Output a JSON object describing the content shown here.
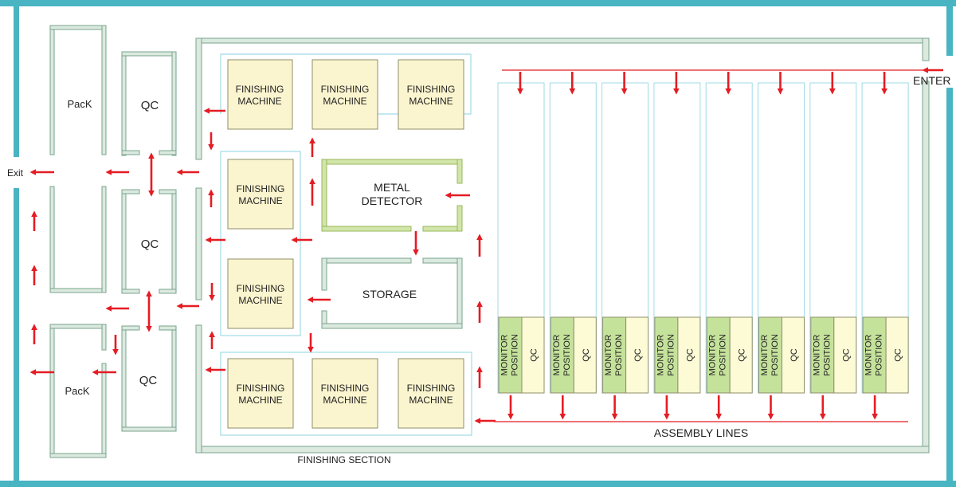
{
  "labels": {
    "enter": "ENTER",
    "exit": "Exit",
    "pack": "PacK",
    "qc": "QC",
    "finishing_machine_line1": "FINISHING",
    "finishing_machine_line2": "MACHINE",
    "metal_detector_line1": "METAL",
    "metal_detector_line2": "DETECTOR",
    "storage": "STORAGE",
    "assembly_lines": "ASSEMBLY LINES",
    "finishing_section": "FINISHING SECTION",
    "monitor_line1": "MONITOR",
    "monitor_line2": "POSITION",
    "line_qc": "QC"
  },
  "colors": {
    "outer_wall": "#49b4c2",
    "wall_fill": "#dbe9df",
    "wall_stroke": "#7aa48c",
    "machine_fill": "#fbf5cf",
    "machine_stroke": "#8f8f6a",
    "zone_stroke": "#9fdbe6",
    "detector_wall": "#d2e5a9",
    "detector_stroke": "#9ab85c",
    "monitor_fill": "#c5e29b",
    "qc_cell_fill": "#fcfbd6",
    "arrow": "#e51c23"
  },
  "assembly_line_count": 8
}
